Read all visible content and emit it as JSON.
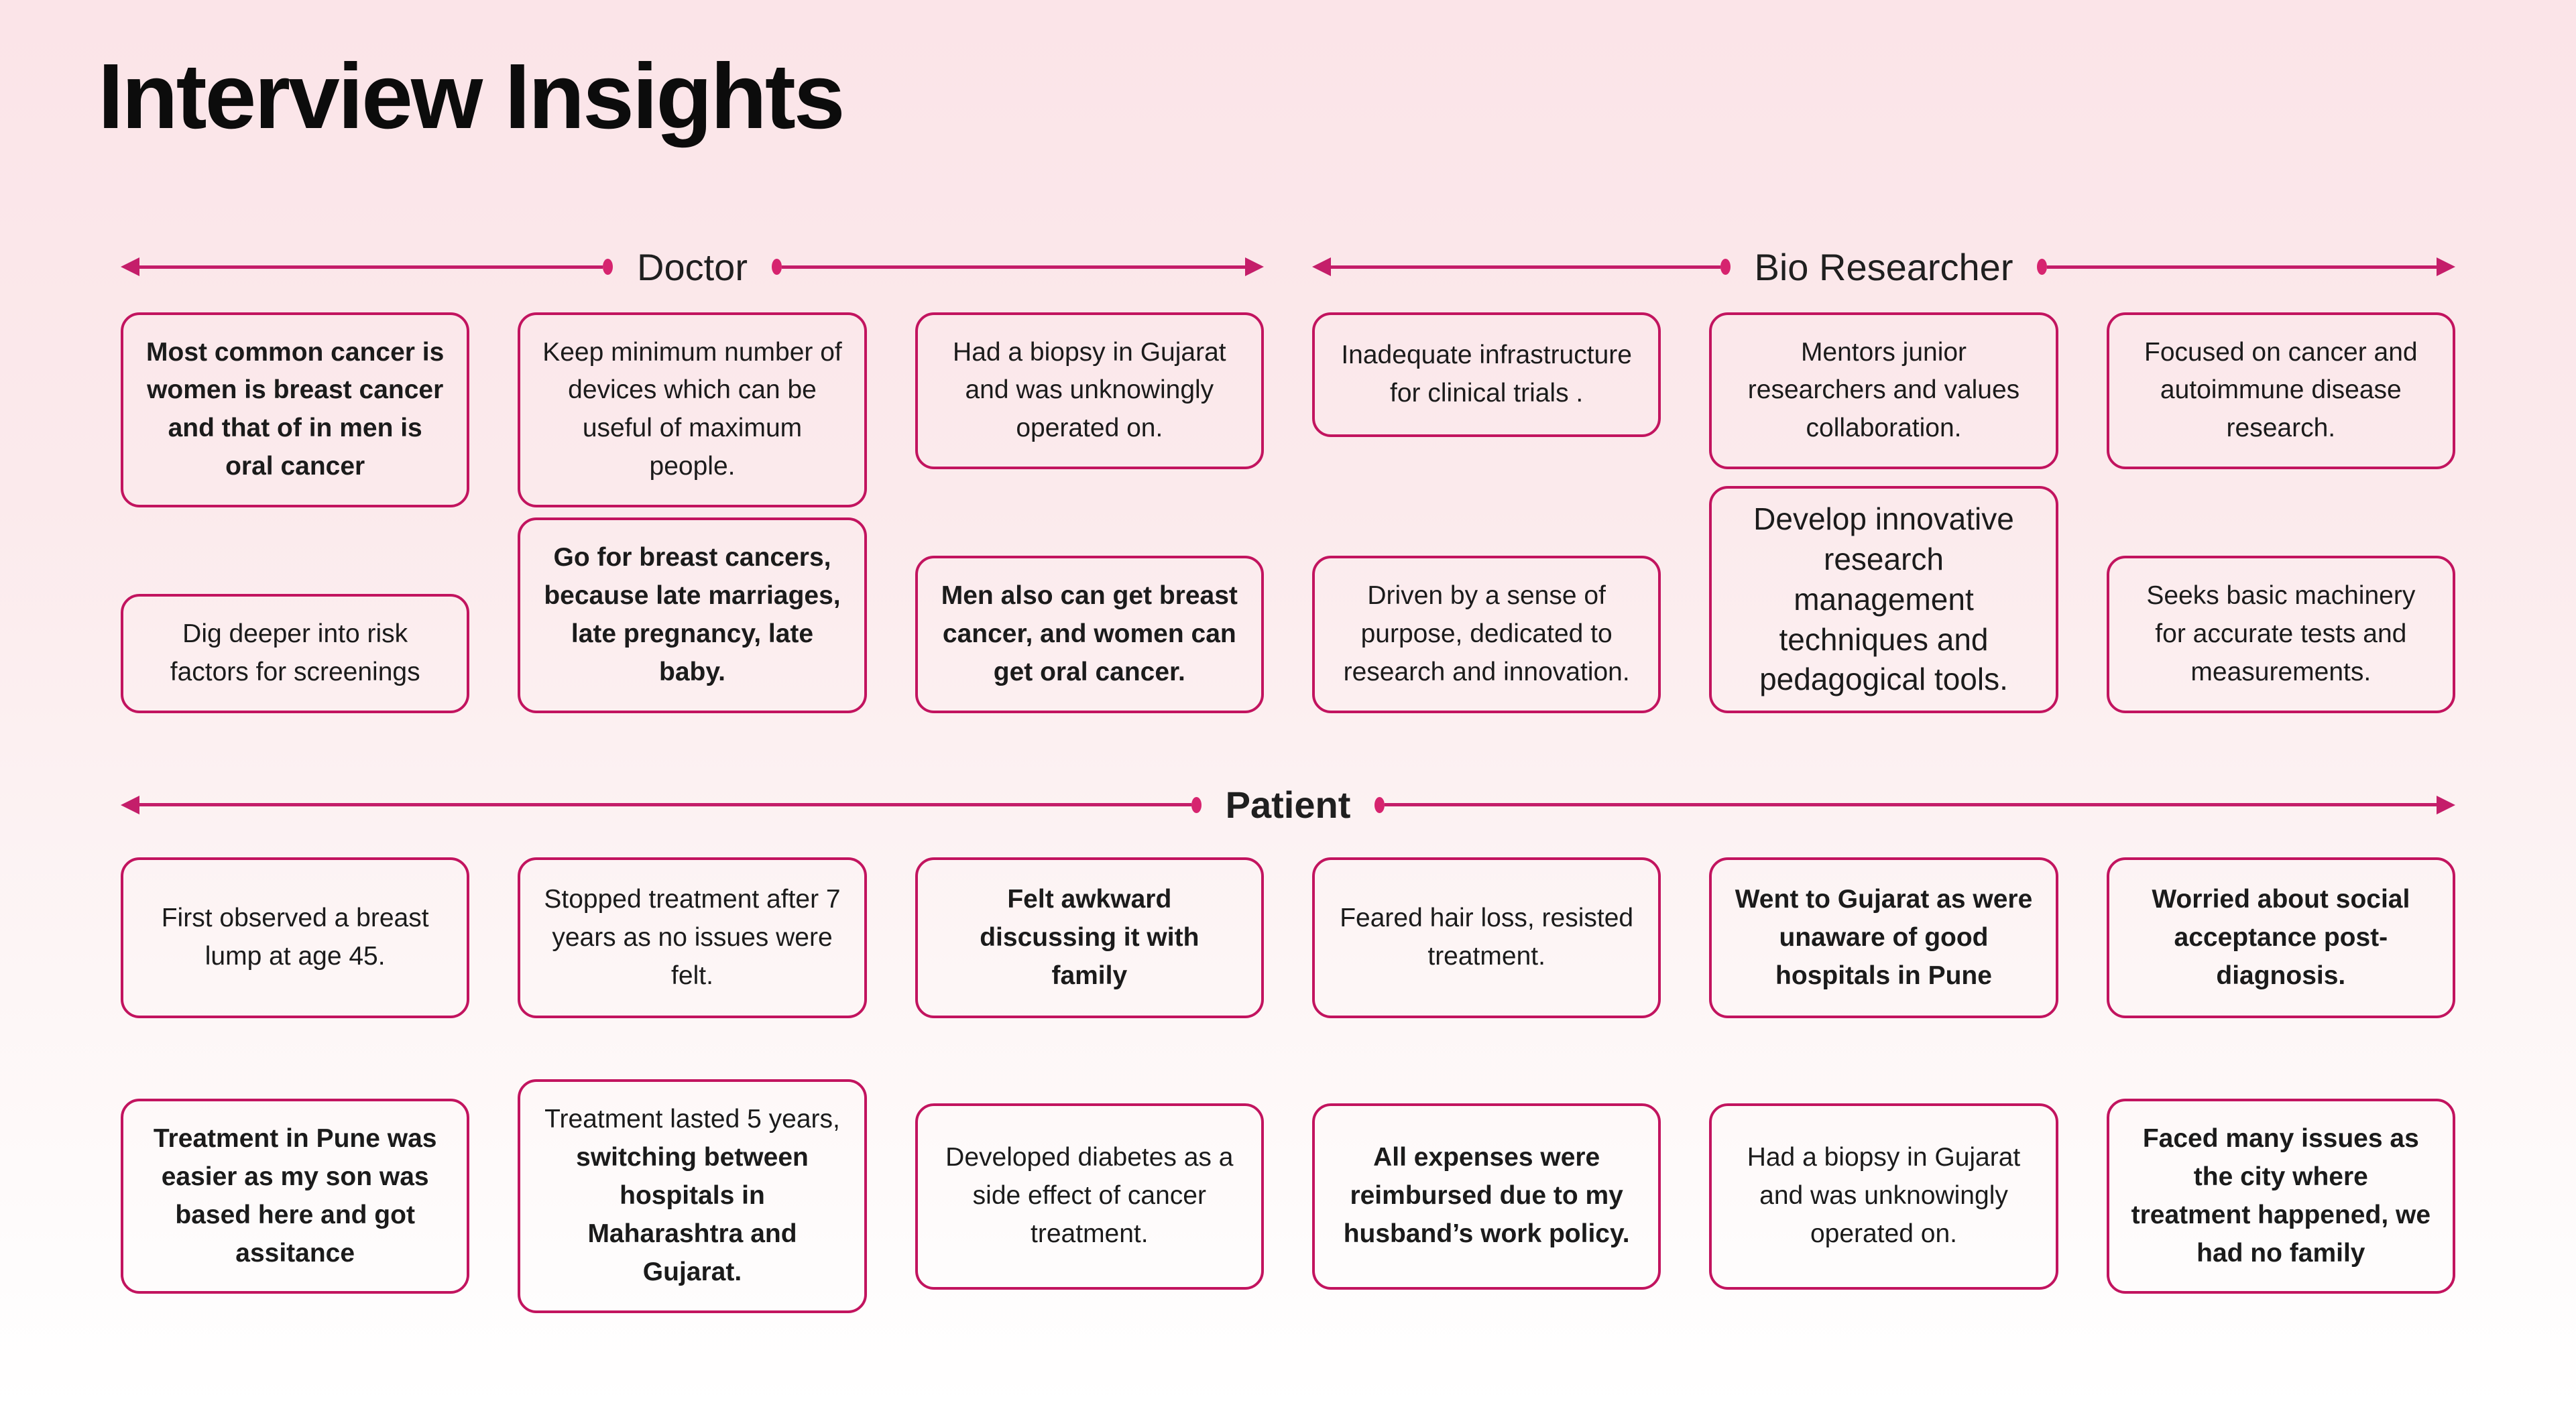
{
  "page": {
    "title": "Interview Insights"
  },
  "colors": {
    "accent_border": "#c2145f",
    "accent_arrow": "#c41e6a",
    "accent_dot": "#d6246f",
    "background_top": "#fbe4e8",
    "background_bottom": "#ffffff",
    "text": "#1b1b1b"
  },
  "sections": [
    {
      "label": "Doctor",
      "cards": [
        {
          "text": "Most common cancer is women is breast cancer and that of in men is oral cancer",
          "bold": true
        },
        {
          "text": "Keep minimum number of devices which can be useful of maximum people.",
          "bold": false
        },
        {
          "text": "Had a biopsy in Gujarat and was unknowingly operated on.",
          "bold": false
        },
        {
          "text": "Dig deeper into risk factors for screenings",
          "bold": false
        },
        {
          "text": "Go for breast cancers, because late marriages, late pregnancy, late baby.",
          "bold": true
        },
        {
          "text": "Men also can get breast cancer, and women can get oral cancer.",
          "bold": true
        }
      ]
    },
    {
      "label": "Bio Researcher",
      "cards": [
        {
          "text": "Inadequate infrastructure for clinical trials .",
          "bold": false
        },
        {
          "text": "Mentors junior researchers and values collaboration.",
          "bold": false
        },
        {
          "text": "Focused on cancer and autoimmune disease research.",
          "bold": false
        },
        {
          "text": "Driven by a sense of purpose, dedicated to research and innovation.",
          "bold": false
        },
        {
          "text": "Develop innovative research management techniques and pedagogical tools.",
          "bold": false,
          "large": true
        },
        {
          "text": "Seeks basic machinery for accurate tests and measurements.",
          "bold": false
        }
      ]
    },
    {
      "label": "Patient",
      "cards": [
        {
          "text": "First observed a breast lump at age 45.",
          "bold": false
        },
        {
          "text": "Stopped treatment after 7 years as no issues were felt.",
          "bold": false
        },
        {
          "text": "Felt awkward discussing it with family",
          "bold": true
        },
        {
          "text": "Feared hair loss, resisted treatment.",
          "bold": false
        },
        {
          "text": "Went to Gujarat as were unaware of good hospitals in Pune",
          "bold": true
        },
        {
          "text": "Worried about social acceptance post-diagnosis.",
          "bold": true
        },
        {
          "text": "Treatment in Pune was easier as my son was based here and got assitance",
          "bold": true
        },
        {
          "text_regular": "Treatment lasted 5 years,",
          "text_bold": "switching between hospitals in Maharashtra and Gujarat.",
          "bold": "mixed"
        },
        {
          "text": "Developed diabetes as a side effect of cancer treatment.",
          "bold": false
        },
        {
          "text": "All expenses were reimbursed due to my husband’s work policy.",
          "bold": true
        },
        {
          "text": "Had a biopsy in Gujarat and was unknowingly operated on.",
          "bold": false
        },
        {
          "text": "Faced many issues as the city where treatment happened, we had no family",
          "bold": true
        }
      ]
    }
  ]
}
